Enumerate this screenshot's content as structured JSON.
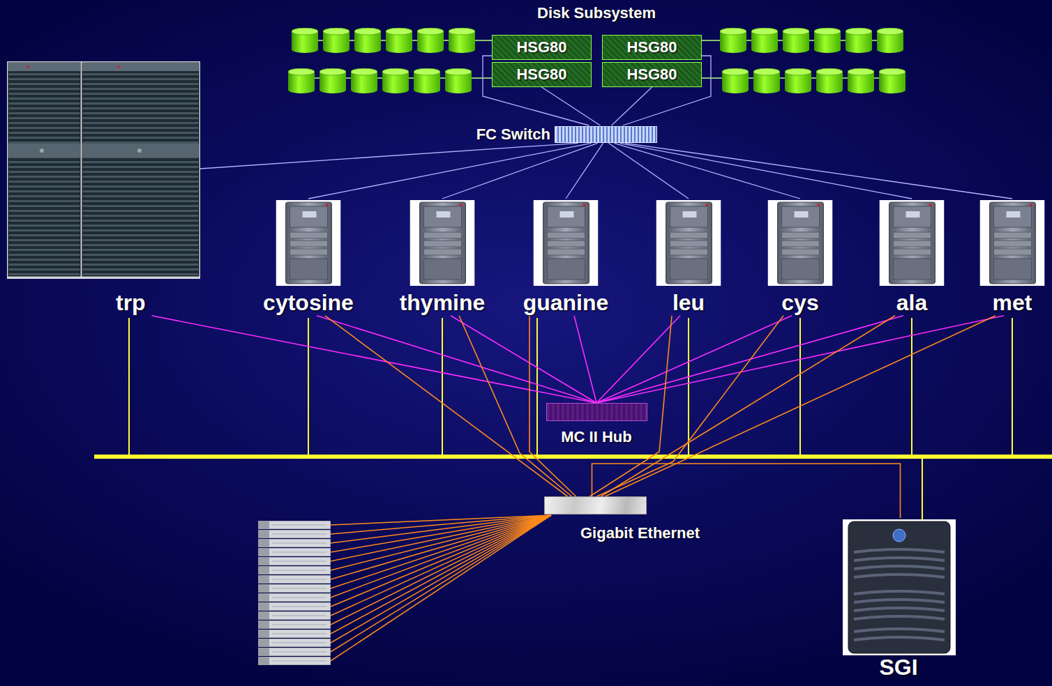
{
  "diagram": {
    "nodes": [
      {
        "text": [
          "Disk Subsystem"
        ]
      },
      {
        "text": [
          "HSG80"
        ],
        "in": 0
      },
      {
        "text": [
          "HSG80"
        ],
        "in": 0
      },
      {
        "text": [
          "HSG80"
        ],
        "in": 0
      },
      {
        "text": [
          "HSG80"
        ],
        "in": 0
      },
      {
        "text": [
          "FC Switch"
        ]
      },
      {
        "text": [
          "trp"
        ]
      },
      {
        "text": [
          "cytosine"
        ]
      },
      {
        "text": [
          "thymine"
        ]
      },
      {
        "text": [
          "guanine"
        ]
      },
      {
        "text": [
          "leu"
        ]
      },
      {
        "text": [
          "cys"
        ]
      },
      {
        "text": [
          "ala"
        ]
      },
      {
        "text": [
          "met"
        ]
      },
      {
        "text": [
          "MC II Hub"
        ]
      },
      {
        "text": [
          "Gigabit Ethernet"
        ]
      },
      {
        "text": [
          "SGI"
        ]
      }
    ],
    "edges": [
      {
        "from": 1,
        "to": 5,
        "arrow": "none"
      },
      {
        "from": 2,
        "to": 5,
        "arrow": "none"
      },
      {
        "from": 3,
        "to": 5,
        "arrow": "none"
      },
      {
        "from": 4,
        "to": 5,
        "arrow": "none"
      },
      {
        "from": 5,
        "to": 6,
        "arrow": "none"
      },
      {
        "from": 5,
        "to": 7,
        "arrow": "none"
      },
      {
        "from": 5,
        "to": 8,
        "arrow": "none"
      },
      {
        "from": 5,
        "to": 9,
        "arrow": "none"
      },
      {
        "from": 5,
        "to": 10,
        "arrow": "none"
      },
      {
        "from": 5,
        "to": 11,
        "arrow": "none"
      },
      {
        "from": 5,
        "to": 12,
        "arrow": "none"
      },
      {
        "from": 5,
        "to": 13,
        "arrow": "none"
      },
      {
        "from": 6,
        "to": 14,
        "arrow": "none"
      },
      {
        "from": 7,
        "to": 14,
        "arrow": "none"
      },
      {
        "from": 8,
        "to": 14,
        "arrow": "none"
      },
      {
        "from": 9,
        "to": 14,
        "arrow": "none"
      },
      {
        "from": 10,
        "to": 14,
        "arrow": "none"
      },
      {
        "from": 11,
        "to": 14,
        "arrow": "none"
      },
      {
        "from": 12,
        "to": 14,
        "arrow": "none"
      },
      {
        "from": 13,
        "to": 14,
        "arrow": "none"
      },
      {
        "from": 7,
        "to": 15,
        "arrow": "none"
      },
      {
        "from": 8,
        "to": 15,
        "arrow": "none"
      },
      {
        "from": 9,
        "to": 15,
        "arrow": "none"
      },
      {
        "from": 10,
        "to": 15,
        "arrow": "none"
      },
      {
        "from": 11,
        "to": 15,
        "arrow": "none"
      },
      {
        "from": 12,
        "to": 15,
        "arrow": "none"
      },
      {
        "from": 13,
        "to": 15,
        "arrow": "none"
      },
      {
        "from": 15,
        "to": 16,
        "arrow": "none"
      }
    ]
  }
}
